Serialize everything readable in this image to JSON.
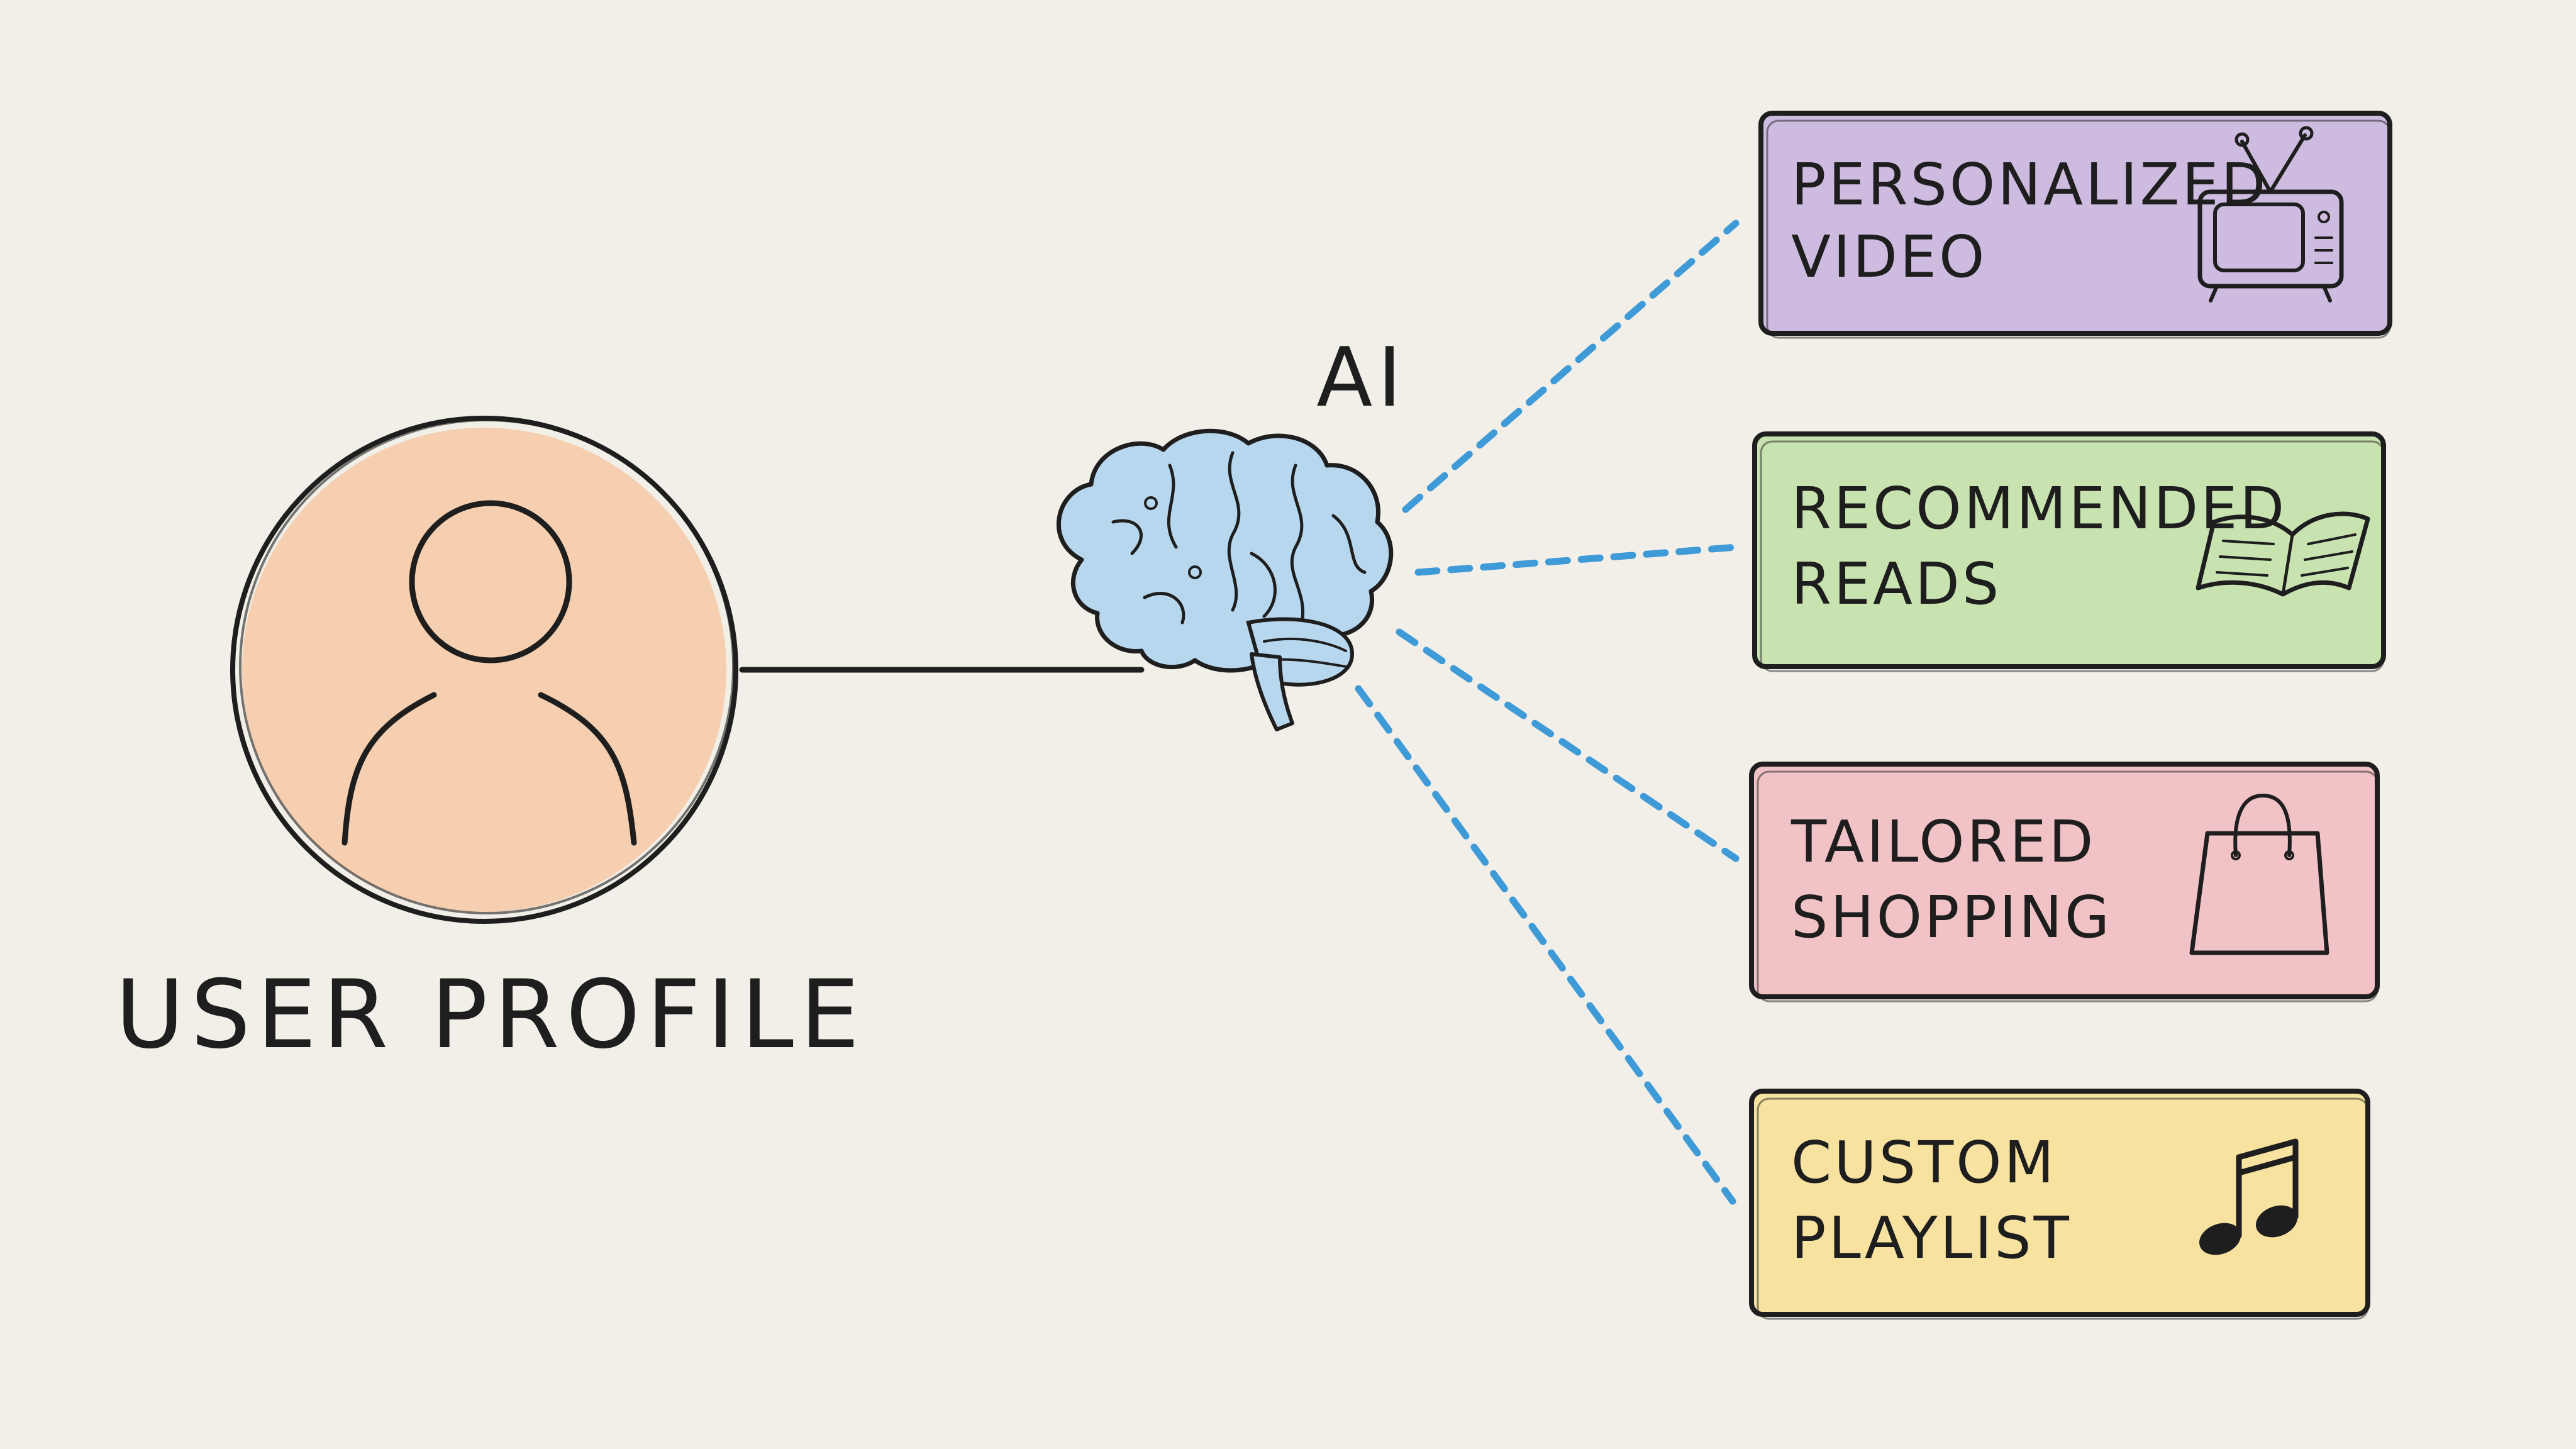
{
  "user": {
    "label": "USER PROFILE",
    "icon": "user-icon"
  },
  "ai": {
    "label": "AI",
    "icon": "brain-icon"
  },
  "cards": [
    {
      "lines": [
        "PERSONALIZED",
        "VIDEO"
      ],
      "icon": "tv-icon",
      "color": "#cdbbe0"
    },
    {
      "lines": [
        "RECOMMENDED",
        "READS"
      ],
      "icon": "book-icon",
      "color": "#c9e3b0"
    },
    {
      "lines": [
        "TAILORED",
        "SHOPPING"
      ],
      "icon": "shopping-bag-icon",
      "color": "#f2c3c6"
    },
    {
      "lines": [
        "CUSTOM",
        "PLAYLIST"
      ],
      "icon": "music-note-icon",
      "color": "#f7e2a0"
    }
  ],
  "colors": {
    "background": "#f2efe8",
    "user_fill": "#f6c9a4",
    "brain_fill": "#b7d7ee",
    "connector_dash": "#3f9ad8"
  }
}
